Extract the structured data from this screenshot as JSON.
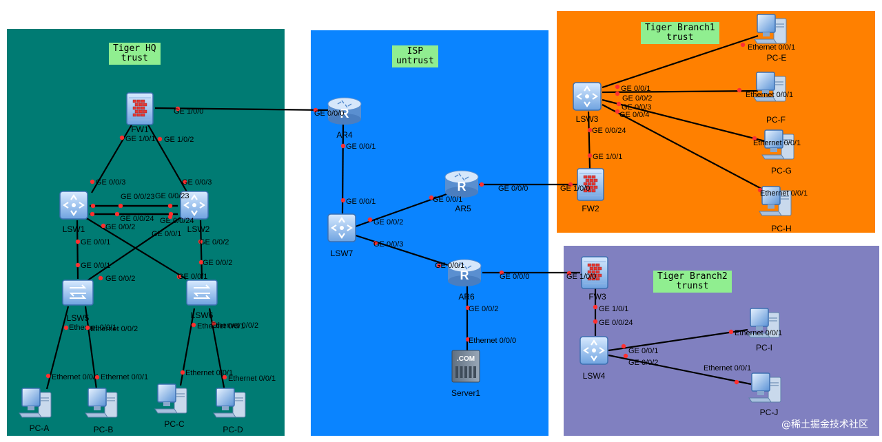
{
  "zones": {
    "hq": {
      "line1": "Tiger HQ",
      "line2": "trust",
      "color": "#007b73"
    },
    "isp": {
      "line1": "ISP",
      "line2": "untrust",
      "color": "#0a84ff"
    },
    "branch1": {
      "line1": "Tiger Branch1",
      "line2": "trust",
      "color": "#ff8000"
    },
    "branch2": {
      "line1": "Tiger Branch2",
      "line2": "trunst",
      "color": "#8080c0"
    }
  },
  "devices": {
    "FW1": {
      "label": "FW1",
      "icon": "firewall-icon"
    },
    "FW2": {
      "label": "FW2",
      "icon": "firewall-icon"
    },
    "FW3": {
      "label": "FW3",
      "icon": "firewall-icon"
    },
    "AR4": {
      "label": "AR4",
      "icon": "router-icon"
    },
    "AR5": {
      "label": "AR5",
      "icon": "router-icon"
    },
    "AR6": {
      "label": "AR6",
      "icon": "router-icon"
    },
    "LSW1": {
      "label": "LSW1",
      "icon": "core-switch-icon"
    },
    "LSW2": {
      "label": "LSW2",
      "icon": "core-switch-icon"
    },
    "LSW3": {
      "label": "LSW3",
      "icon": "core-switch-icon"
    },
    "LSW4": {
      "label": "LSW4",
      "icon": "core-switch-icon"
    },
    "LSW7": {
      "label": "LSW7",
      "icon": "core-switch-icon"
    },
    "LSW5": {
      "label": "LSW5",
      "icon": "access-switch-icon"
    },
    "LSW6": {
      "label": "LSW6",
      "icon": "access-switch-icon"
    },
    "PCA": {
      "label": "PC-A",
      "icon": "pc-icon"
    },
    "PCB": {
      "label": "PC-B",
      "icon": "pc-icon"
    },
    "PCC": {
      "label": "PC-C",
      "icon": "pc-icon"
    },
    "PCD": {
      "label": "PC-D",
      "icon": "pc-icon"
    },
    "PCE": {
      "label": "PC-E",
      "icon": "pc-icon"
    },
    "PCF": {
      "label": "PC-F",
      "icon": "pc-icon"
    },
    "PCG": {
      "label": "PC-G",
      "icon": "pc-icon"
    },
    "PCH": {
      "label": "PC-H",
      "icon": "pc-icon"
    },
    "PCI": {
      "label": "PC-I",
      "icon": "pc-icon"
    },
    "PCJ": {
      "label": "PC-J",
      "icon": "pc-icon"
    },
    "Server1": {
      "label": "Server1",
      "icon": "server-icon",
      "badge": ".COM"
    }
  },
  "links": [
    {
      "a": "FW1",
      "b": "AR4",
      "a_port": "GE 1/0/0",
      "b_port": "GE 0/0/0"
    },
    {
      "a": "FW1",
      "b": "LSW1",
      "a_port": "GE 1/0/1",
      "b_port": "GE 0/0/3"
    },
    {
      "a": "FW1",
      "b": "LSW2",
      "a_port": "GE 1/0/2",
      "b_port": "GE 0/0/3"
    },
    {
      "a": "LSW1",
      "b": "LSW2",
      "a_port": "",
      "b_port": "GE 0/0/23"
    },
    {
      "a": "LSW1",
      "b": "LSW2",
      "a_port": "GE 0/0/23",
      "b_port": ""
    },
    {
      "a": "LSW1",
      "b": "LSW2",
      "a_port": "",
      "b_port": "GE 0/0/24"
    },
    {
      "a": "LSW1",
      "b": "LSW2",
      "a_port": "GE 0/0/24",
      "b_port": ""
    },
    {
      "a": "LSW1",
      "b": "LSW5",
      "a_port": "GE 0/0/1",
      "b_port": "GE 0/0/1"
    },
    {
      "a": "LSW1",
      "b": "LSW6",
      "a_port": "GE 0/0/2",
      "b_port": "GE 0/0/1"
    },
    {
      "a": "LSW2",
      "b": "LSW5",
      "a_port": "GE 0/0/1",
      "b_port": "GE 0/0/2"
    },
    {
      "a": "LSW2",
      "b": "LSW6",
      "a_port": "GE 0/0/2",
      "b_port": "GE 0/0/2"
    },
    {
      "a": "LSW5",
      "b": "PCA",
      "a_port": "Ethernet 0/0/1",
      "b_port": "Ethernet 0/0/1"
    },
    {
      "a": "LSW5",
      "b": "PCB",
      "a_port": "Ethernet 0/0/2",
      "b_port": "Ethernet 0/0/1"
    },
    {
      "a": "LSW6",
      "b": "PCC",
      "a_port": "Ethernet 0/0/1",
      "b_port": "Ethernet 0/0/1"
    },
    {
      "a": "LSW6",
      "b": "PCD",
      "a_port": "Ethernet 0/0/2",
      "b_port": "Ethernet 0/0/1"
    },
    {
      "a": "AR4",
      "b": "LSW7",
      "a_port": "GE 0/0/1",
      "b_port": "GE 0/0/1"
    },
    {
      "a": "LSW7",
      "b": "AR5",
      "a_port": "GE 0/0/2",
      "b_port": "GE 0/0/1"
    },
    {
      "a": "LSW7",
      "b": "AR6",
      "a_port": "GE 0/0/3",
      "b_port": "GE 0/0/1"
    },
    {
      "a": "AR5",
      "b": "FW2",
      "a_port": "GE 0/0/0",
      "b_port": "GE 1/0/0"
    },
    {
      "a": "AR6",
      "b": "FW3",
      "a_port": "GE 0/0/0",
      "b_port": "GE 1/0/0"
    },
    {
      "a": "AR6",
      "b": "Server1",
      "a_port": "GE 0/0/2",
      "b_port": "Ethernet 0/0/0"
    },
    {
      "a": "FW2",
      "b": "LSW3",
      "a_port": "GE 1/0/1",
      "b_port": "GE 0/0/24"
    },
    {
      "a": "LSW3",
      "b": "PCE",
      "a_port": "GE 0/0/1",
      "b_port": "Ethernet 0/0/1"
    },
    {
      "a": "LSW3",
      "b": "PCF",
      "a_port": "GE 0/0/2",
      "b_port": "Ethernet 0/0/1"
    },
    {
      "a": "LSW3",
      "b": "PCG",
      "a_port": "GE 0/0/3",
      "b_port": "Ethernet 0/0/1"
    },
    {
      "a": "LSW3",
      "b": "PCH",
      "a_port": "GE 0/0/4",
      "b_port": "Ethernet 0/0/1"
    },
    {
      "a": "FW3",
      "b": "LSW4",
      "a_port": "GE 1/0/1",
      "b_port": "GE 0/0/24"
    },
    {
      "a": "LSW4",
      "b": "PCI",
      "a_port": "GE 0/0/1",
      "b_port": "Ethernet 0/0/1"
    },
    {
      "a": "LSW4",
      "b": "PCJ",
      "a_port": "GE 0/0/2",
      "b_port": "Ethernet 0/0/1"
    }
  ],
  "watermark": "@稀土掘金技术社区",
  "colors": {
    "link": "#000000",
    "port_dot": "#ff3030",
    "device_blue": "#4a7fc0"
  }
}
